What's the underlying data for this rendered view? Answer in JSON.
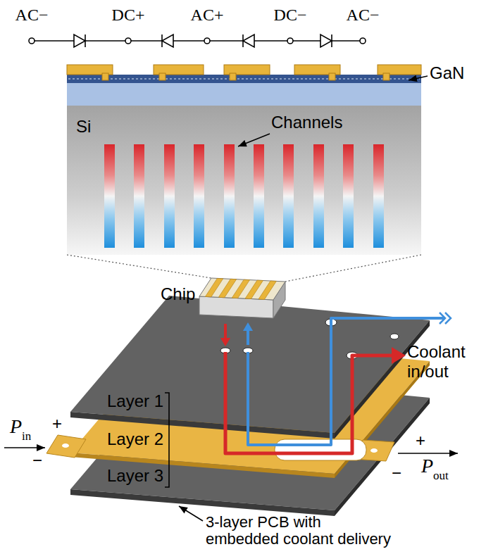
{
  "diagram": {
    "labels": [
      "AC−",
      "DC+",
      "AC+",
      "DC−",
      "AC−",
      "GaN",
      "Si",
      "Channels",
      "Chip",
      "Layer 1",
      "Coolant in/out",
      "P",
      "in",
      "+",
      "−",
      "Layer 2",
      "+",
      "−",
      "P",
      "out",
      "Layer 3",
      "3-layer PCB with embedded coolant delivery"
    ]
  }
}
